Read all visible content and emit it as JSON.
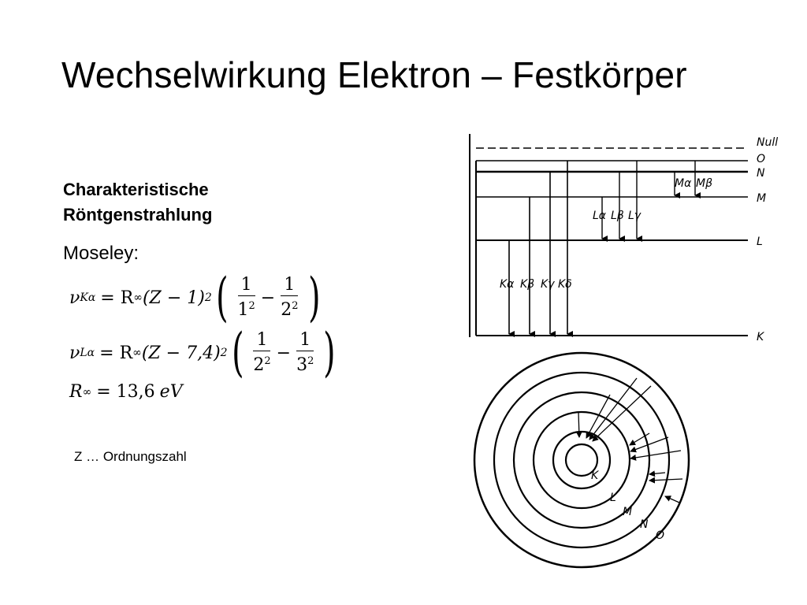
{
  "title": "Wechselwirkung Elektron – Festkörper",
  "subtitle": [
    "Charakteristische",
    "Röntgenstrahlung"
  ],
  "moseley_label": "Moseley:",
  "formula1": {
    "lhs": "ν",
    "lhs_sub": "Kα",
    "rhs_a": "= R",
    "rhs_sub": "∞",
    "rhs_b": "(Z − 1)",
    "rhs_sup": "2",
    "frac1_num": "1",
    "frac1_den": "1",
    "frac2_num": "1",
    "frac2_den": "2",
    "den_exp": "2",
    "minus": "−"
  },
  "formula2": {
    "lhs": "ν",
    "lhs_sub": "Lα",
    "rhs_a": "= R",
    "rhs_sub": "∞",
    "rhs_b": "(Z − 7,4)",
    "rhs_sup": "2",
    "frac1_num": "1",
    "frac1_den": "2",
    "frac2_num": "1",
    "frac2_den": "3",
    "den_exp": "2",
    "minus": "−"
  },
  "formula3": {
    "lhs": "R",
    "lhs_sub": "∞",
    "rhs": "= 13,6",
    "unit": "eV"
  },
  "note": "Z … Ordnungszahl",
  "energy_levels": {
    "labels": [
      "Null",
      "O",
      "N",
      "M",
      "L",
      "K"
    ],
    "transitions_M": [
      "Mα",
      "Mβ"
    ],
    "transitions_L": [
      "Lα",
      "Lβ",
      "Lγ"
    ],
    "transitions_K": [
      "Kα",
      "Kβ",
      "Kγ",
      "Kδ"
    ]
  },
  "shell_diagram": {
    "shells": [
      "K",
      "L",
      "M",
      "N",
      "O"
    ]
  }
}
